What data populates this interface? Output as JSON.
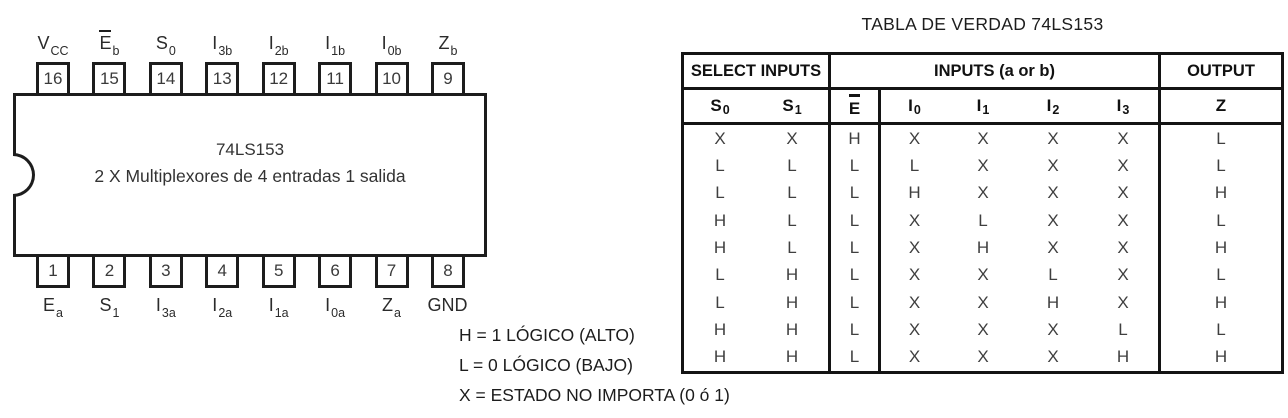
{
  "chip": {
    "name": "74LS153",
    "description": "2 X Multiplexores de 4 entradas 1 salida",
    "top_pins": [
      {
        "number": "16",
        "base": "V",
        "sub": "CC"
      },
      {
        "number": "15",
        "base": "E",
        "sub": "b"
      },
      {
        "number": "14",
        "base": "S",
        "sub": "0"
      },
      {
        "number": "13",
        "base": "I",
        "sub": "3b"
      },
      {
        "number": "12",
        "base": "I",
        "sub": "2b"
      },
      {
        "number": "11",
        "base": "I",
        "sub": "1b"
      },
      {
        "number": "10",
        "base": "I",
        "sub": "0b"
      },
      {
        "number": "9",
        "base": "Z",
        "sub": "b"
      }
    ],
    "bottom_pins": [
      {
        "number": "1",
        "base": "E",
        "sub": "a"
      },
      {
        "number": "2",
        "base": "S",
        "sub": "1"
      },
      {
        "number": "3",
        "base": "I",
        "sub": "3a"
      },
      {
        "number": "4",
        "base": "I",
        "sub": "2a"
      },
      {
        "number": "5",
        "base": "I",
        "sub": "1a"
      },
      {
        "number": "6",
        "base": "I",
        "sub": "0a"
      },
      {
        "number": "7",
        "base": "Z",
        "sub": "a"
      },
      {
        "number": "8",
        "base": "GND",
        "sub": ""
      }
    ]
  },
  "truth_table": {
    "title": "TABLA DE VERDAD 74LS153",
    "group_headers": {
      "select": "SELECT INPUTS",
      "inputs": "INPUTS (a or b)",
      "output": "OUTPUT"
    },
    "columns": {
      "s0": {
        "base": "S",
        "sub": "0"
      },
      "s1": {
        "base": "S",
        "sub": "1"
      },
      "e": {
        "base": "E",
        "sub": ""
      },
      "i0": {
        "base": "I",
        "sub": "0"
      },
      "i1": {
        "base": "I",
        "sub": "1"
      },
      "i2": {
        "base": "I",
        "sub": "2"
      },
      "i3": {
        "base": "I",
        "sub": "3"
      },
      "z": {
        "base": "Z",
        "sub": ""
      }
    },
    "rows": [
      [
        "X",
        "X",
        "H",
        "X",
        "X",
        "X",
        "X",
        "L"
      ],
      [
        "L",
        "L",
        "L",
        "L",
        "X",
        "X",
        "X",
        "L"
      ],
      [
        "L",
        "L",
        "L",
        "H",
        "X",
        "X",
        "X",
        "H"
      ],
      [
        "H",
        "L",
        "L",
        "X",
        "L",
        "X",
        "X",
        "L"
      ],
      [
        "H",
        "L",
        "L",
        "X",
        "H",
        "X",
        "X",
        "H"
      ],
      [
        "L",
        "H",
        "L",
        "X",
        "X",
        "L",
        "X",
        "L"
      ],
      [
        "L",
        "H",
        "L",
        "X",
        "X",
        "H",
        "X",
        "H"
      ],
      [
        "H",
        "H",
        "L",
        "X",
        "X",
        "X",
        "L",
        "L"
      ],
      [
        "H",
        "H",
        "L",
        "X",
        "X",
        "X",
        "H",
        "H"
      ]
    ]
  },
  "legend": {
    "lines": [
      "H = 1 LÓGICO (ALTO)",
      "L = 0 LÓGICO (BAJO)",
      "X = ESTADO NO IMPORTA (0 ó 1)"
    ]
  },
  "colors": {
    "ink": "#1d1d1d",
    "body_text": "#3f3f3f"
  }
}
